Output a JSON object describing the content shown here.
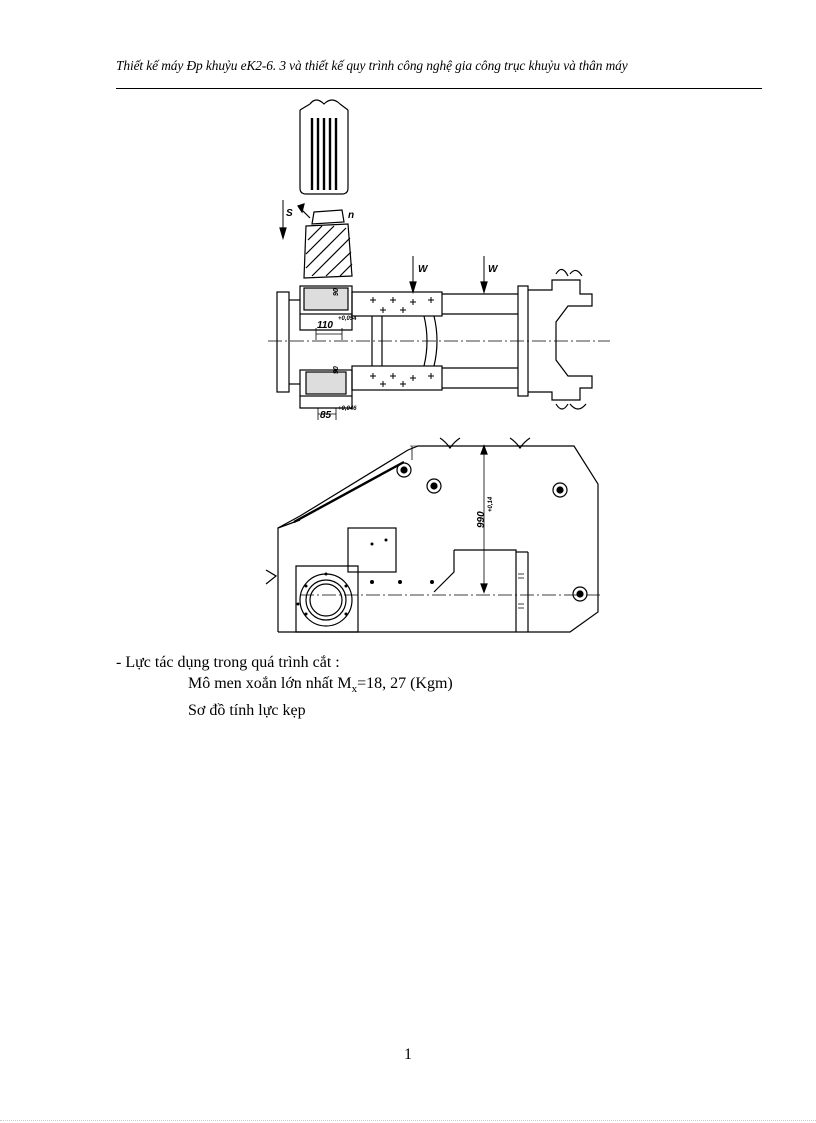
{
  "header": {
    "title": "Thiết kế máy Đp khuỷu eK2-6. 3 và thiết kế quy trình công nghệ gia công trục khuỷu và thân máy"
  },
  "drawing": {
    "label_s": "S",
    "label_n": "n",
    "label_w1": "W",
    "label_w2": "W",
    "dim_110": "110",
    "dim_110_tol": "+0,054",
    "dim_85": "85",
    "dim_85_tol": "+0,046",
    "dim_90_top": "90",
    "dim_90_bot": "90",
    "dim_990": "990",
    "dim_990_tol": "+0,14"
  },
  "body": {
    "line1": "- Lực tác dụng trong quá trình cắt :",
    "line2_prefix": "Mô men xoắn lớn nhất M",
    "line2_sub": "x",
    "line2_suffix": "=18, 27 (Kgm)",
    "line3": "Sơ đồ tính lực kẹp"
  },
  "page_number": "1"
}
